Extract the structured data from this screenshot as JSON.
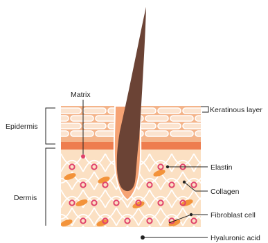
{
  "labels": {
    "matrix": "Matrix",
    "epidermis": "Epidermis",
    "dermis": "Dermis",
    "keratinous_layer": "Keratinous layer",
    "elastin": "Elastin",
    "collagen": "Collagen",
    "fibroblast_cell": "Fibroblast cell",
    "hyaluronic_acid": "Hyaluronic acid"
  },
  "colors": {
    "epidermis_peach": "#f4b48a",
    "epidermis_cell_fill": "#fbe3cf",
    "basal_layer": "#ee7d4f",
    "dermis_fill": "#fbe0c3",
    "fiber_white": "#ffffff",
    "hair_brown": "#6b4335",
    "hair_bulb": "#f6a374",
    "elastin_pink": "#e0416a",
    "collagen_orange": "#f3933a",
    "line_black": "#222222"
  },
  "icons": {
    "hair": "hair-shaft-icon",
    "elastin": "elastin-ring-icon",
    "collagen": "collagen-ellipse-icon",
    "fibroblast": "fibroblast-icon",
    "hyaluronic": "hyaluronic-dot-icon"
  }
}
